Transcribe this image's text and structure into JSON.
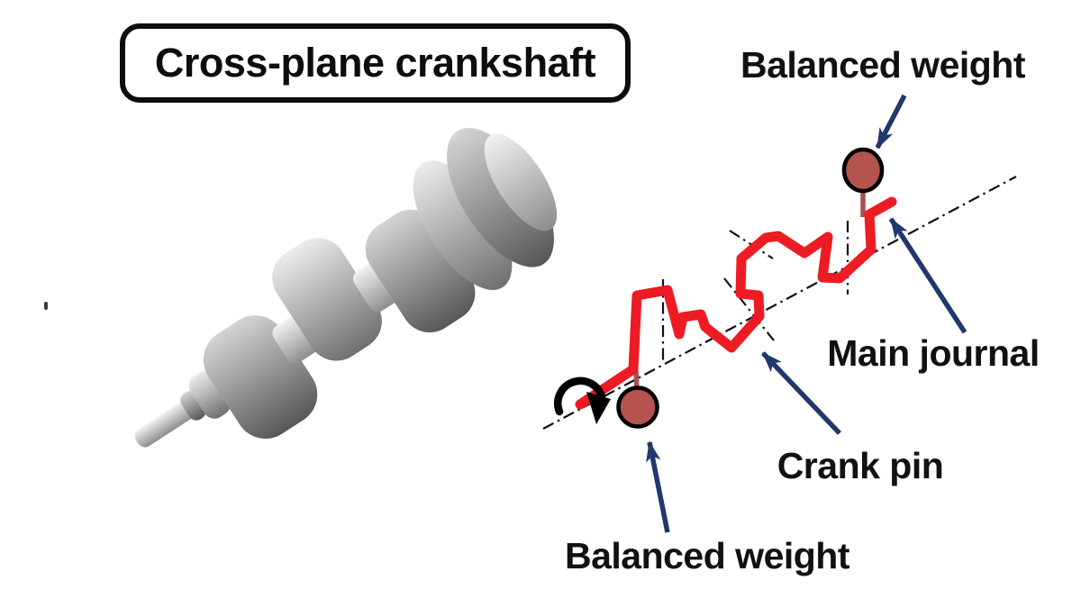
{
  "title": "Cross-plane crankshaft",
  "diagram": {
    "type": "labeled-schematic-of-crankshaft",
    "labels": {
      "balanced_weight_top": "Balanced weight",
      "main_journal": "Main journal",
      "crank_pin": "Crank pin",
      "balanced_weight_bottom": "Balanced weight"
    },
    "colors": {
      "shaft_red": "#ED1C24",
      "weight_fill": "#B5534F",
      "weight_stem": "#A9504C",
      "arrow_navy": "#20386B",
      "line_black": "#121212"
    }
  }
}
